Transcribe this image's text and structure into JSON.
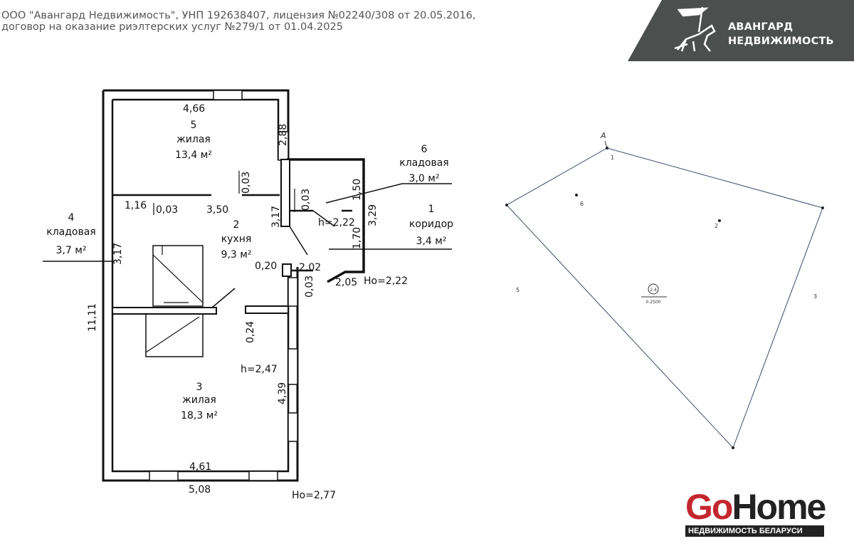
{
  "header": {
    "line1": "ООО \"Авангард Недвижимость\", УНП 192638407, лицензия №02240/308 от 20.05.2016,",
    "line2": "договор на оказание риэлтерских услуг №279/1 от 01.04.2025"
  },
  "brand": {
    "line1": "АВАНГАРД",
    "line2": "НЕДВИЖИМОСТЬ",
    "bg_color": "#4b4f4e"
  },
  "floor_plan": {
    "rooms": [
      {
        "num": "5",
        "name": "жилая",
        "area": "13,4 м²"
      },
      {
        "num": "2",
        "name": "кухня",
        "area": "9,3 м²"
      },
      {
        "num": "3",
        "name": "жилая",
        "area": "18,3 м²"
      },
      {
        "num": "4",
        "name": "кладовая",
        "area": "3,7 м²"
      },
      {
        "num": "6",
        "name": "кладовая",
        "area": "3,0 м²"
      },
      {
        "num": "1",
        "name": "коридор",
        "area": "3,4 м²"
      }
    ],
    "dims": {
      "d466": "4,66",
      "d288": "2,88",
      "d003a": "0,03",
      "d116": "1,16",
      "d003b": "0,03",
      "d350": "3,50",
      "d317a": "3,17",
      "d317b": "3,17",
      "d003c": "0,03",
      "d150": "1,50",
      "d329": "3,29",
      "d170": "1,70",
      "h222": "h=2,22",
      "d020": "0,20",
      "d202": "2,02",
      "d003d": "0,03",
      "d205": "2,05",
      "ho222": "Hо=2,22",
      "d1111": "11,11",
      "d024": "0,24",
      "h247": "h=2,47",
      "d439": "4,39",
      "d461": "4,61",
      "d508": "5,08",
      "ho277": "Hо=2,77"
    }
  },
  "land_plot": {
    "points": [
      "1",
      "2",
      "3",
      "5",
      "6"
    ],
    "north_label": "А",
    "parcel_id": "2.4",
    "area": "0.2500"
  },
  "gohome": {
    "go": "Go",
    "home": "Home",
    "tagline": "НЕДВИЖИМОСТЬ БЕЛАРУСИ"
  }
}
